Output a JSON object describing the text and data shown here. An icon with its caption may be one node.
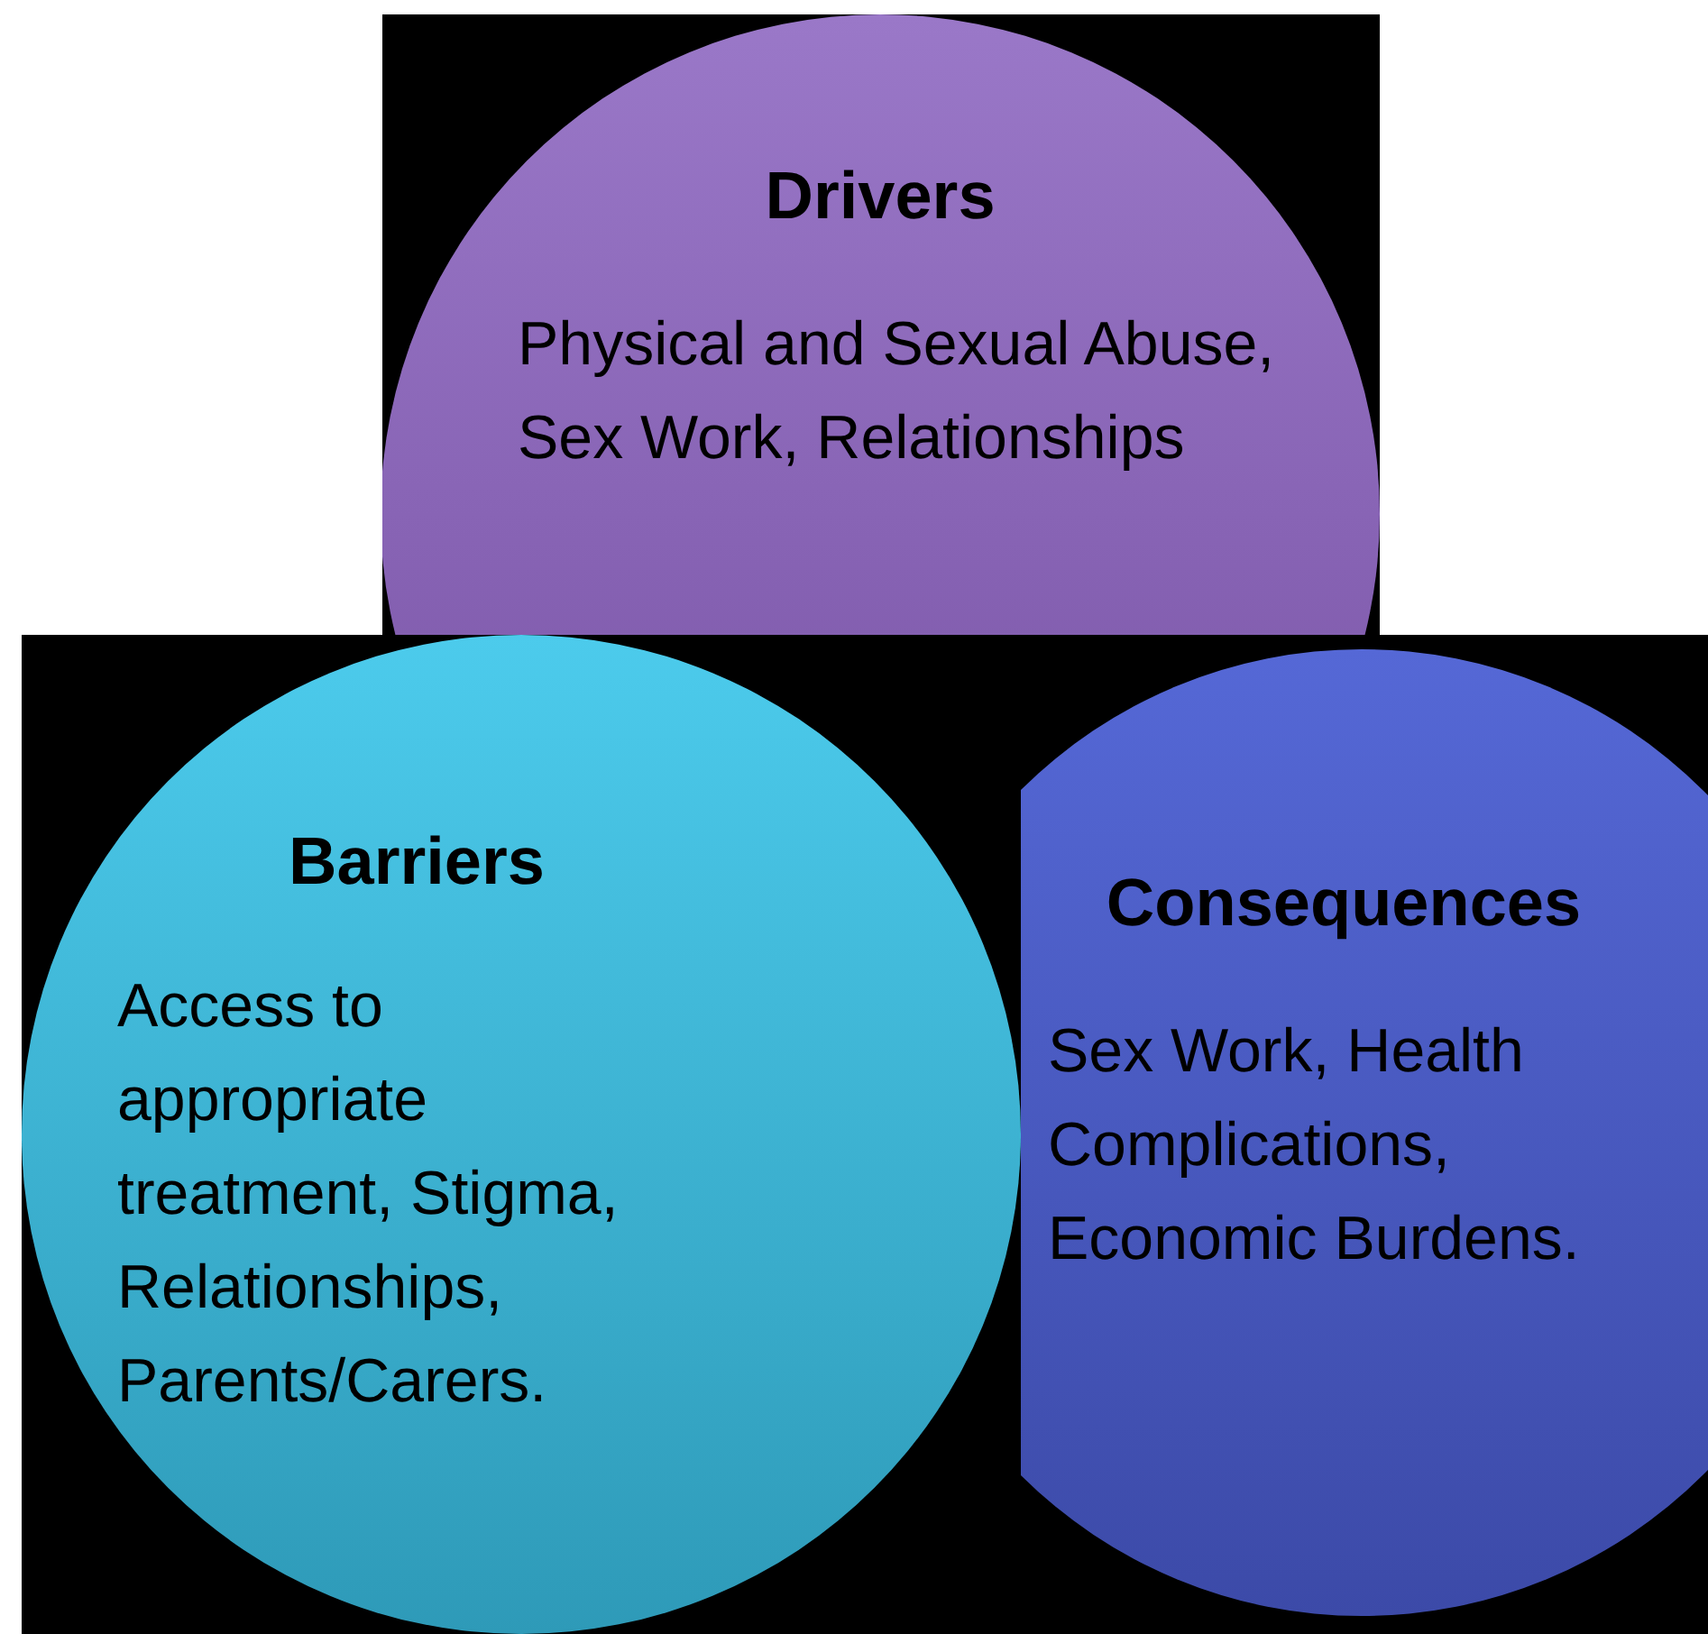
{
  "diagram": {
    "nodes": [
      {
        "text": [
          "Drivers",
          "Physical and Sexual Abuse, Sex Work, Relationships"
        ]
      },
      {
        "text": [
          "Barriers",
          "Access to appropriate treatment, Stigma, Relationships, Parents/Carers."
        ]
      },
      {
        "text": [
          "Consequences",
          "Sex Work, Health Complications, Economic Burdens."
        ]
      }
    ]
  }
}
